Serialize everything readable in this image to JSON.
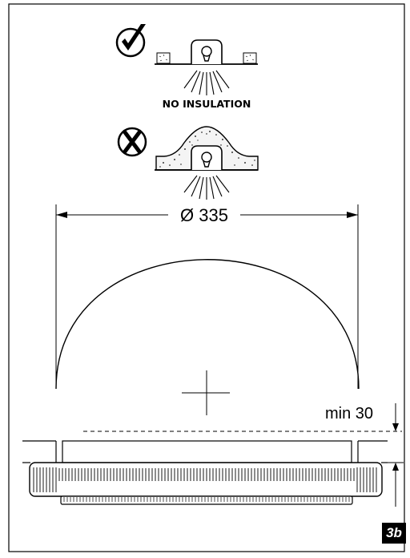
{
  "notes": {
    "no_insulation_label": "NO INSULATION"
  },
  "dimensions": {
    "diameter_label": "Ø 335",
    "min_clearance_label": "min 30"
  },
  "figure": {
    "badge": "3b"
  },
  "colors": {
    "ink": "#000000",
    "paper": "#ffffff",
    "badge_bg": "#000000",
    "badge_text": "#ffffff"
  },
  "icons": {
    "correct": "check-mark-icon",
    "incorrect": "cross-mark-icon"
  }
}
